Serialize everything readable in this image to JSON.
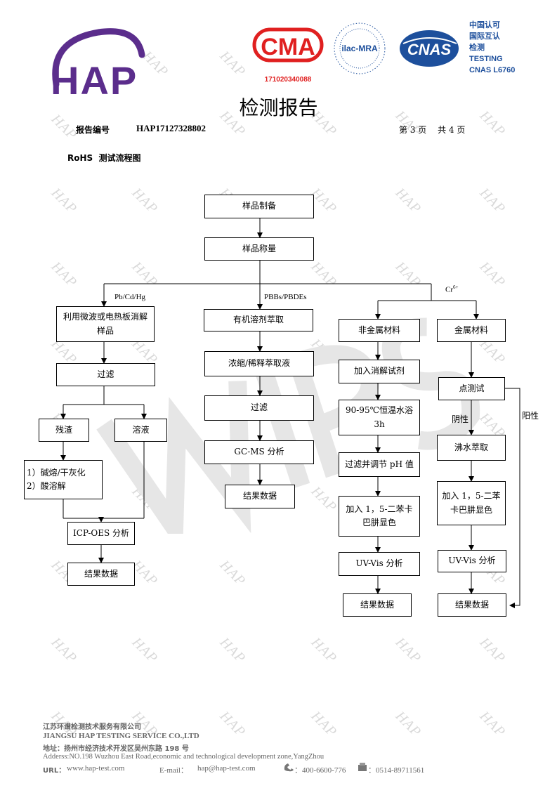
{
  "header": {
    "logo_text": "HAP",
    "cma_text": "CMA",
    "cma_number": "171020340088",
    "ilac_text": "ilac-MRA",
    "cnas_text": "CNAS",
    "cert_lines": [
      "中国认可",
      "国际互认",
      "检测",
      "TESTING",
      "CNAS L6760"
    ],
    "title": "检测报告"
  },
  "report": {
    "number_label": "报告编号",
    "number_value": "HAP17127328802",
    "page_info": "第 3 页　 共 4 页",
    "section_title": "RoHS  测试流程图"
  },
  "flowchart": {
    "sample_prep": "样品制备",
    "sample_weigh": "样品称量",
    "branch_labels": [
      "Pb/Cd/Hg",
      "PBBs/PBDEs",
      "Cr6+"
    ],
    "col1": [
      "利用微波或电热板消解\n样品",
      "过滤",
      "残渣",
      "溶液",
      "1）碱熔/干灰化\n2）酸溶解",
      "ICP-OES 分析",
      "结果数据"
    ],
    "col2": [
      "有机溶剂萃取",
      "浓缩/稀释萃取液",
      "过滤",
      "GC-MS 分析",
      "结果数据"
    ],
    "col3": [
      "非金属材料",
      "加入消解试剂",
      "90-95℃恒温水浴\n3h",
      "过滤并调节 pH 值",
      "加入 1，5-二苯卡\n巴肼显色",
      "UV-Vis 分析",
      "结果数据"
    ],
    "col4": [
      "金属材料",
      "点测试",
      "沸水萃取",
      "加入 1，5-二苯\n卡巴肼显色",
      "UV-Vis 分析",
      "结果数据"
    ],
    "negative_label": "阴性",
    "positive_label": "阳性"
  },
  "footer": {
    "company_cn": "江苏环谱检测技术服务有限公司",
    "company_en": "JIANGSU HAP TESTING SERVICE CO.,LTD",
    "address_cn": "地址：扬州市经济技术开发区吴州东路 198 号",
    "address_en": "Adderss:NO.198 Wuzhou East Road,economic and technological development zone,YangZhou",
    "url_label": "URL：",
    "url": "www.hap-test.com",
    "email_label": "E-mail：",
    "email": "hap@hap-test.com",
    "phone": "：400-6600-776",
    "fax": "：0514-89711561"
  },
  "watermark": "HAP",
  "colors": {
    "brand_purple": "#5b2d8c",
    "cma_red": "#e02020",
    "cert_blue": "#1d4f9c",
    "watermark_gray": "#d9d9d9"
  }
}
